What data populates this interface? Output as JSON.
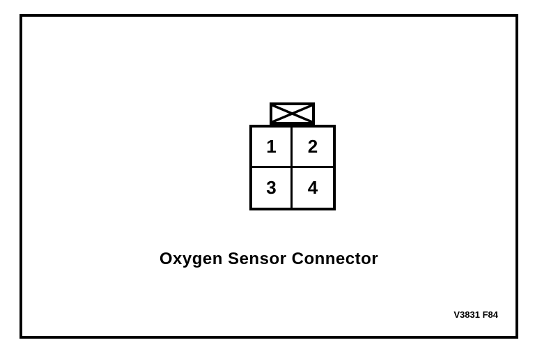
{
  "figure": {
    "caption": "Oxygen Sensor Connector",
    "code": "V3831 F84",
    "connector": {
      "key_icon": "crossed-box",
      "pins": [
        "1",
        "2",
        "3",
        "4"
      ]
    },
    "colors": {
      "line": "#000000",
      "background": "#ffffff"
    }
  }
}
